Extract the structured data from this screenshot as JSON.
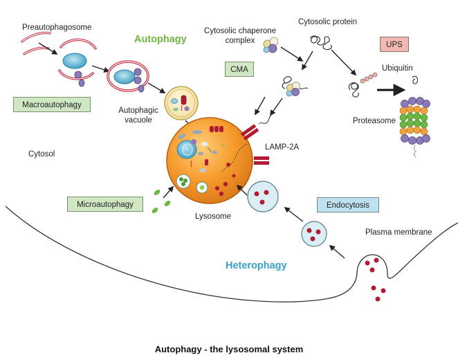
{
  "labels": {
    "preautophagosome": "Preautophagosome",
    "autophagic_vacuole_line1": "Autophagic",
    "autophagic_vacuole_line2": "vacuole",
    "cytosol": "Cytosol",
    "chaperone_line1": "Cytosolic chaperone",
    "chaperone_line2": "complex",
    "cytosolic_protein": "Cytosolic protein",
    "ubiquitin": "Ubiquitin",
    "proteasome": "Proteasome",
    "lamp2a": "LAMP-2A",
    "lysosome": "Lysosome",
    "plasma_membrane": "Plasma membrane"
  },
  "boxes": {
    "macroautophagy": "Macroautophagy",
    "cma": "CMA",
    "ups": "UPS",
    "microautophagy": "Microautophagy",
    "endocytosis": "Endocytosis"
  },
  "headings": {
    "autophagy": "Autophagy",
    "heterophagy": "Heterophagy"
  },
  "caption": "Autophagy - the lysosomal system",
  "colors": {
    "autophagy_heading": "#6fb445",
    "heterophagy_heading": "#3aa0c8",
    "lysosome_fill": "#f39a2b",
    "membrane_red": "#c7263a",
    "cargo_red": "#c41e35",
    "green_box": "#cfe8c3",
    "pink_box": "#f2b9b3",
    "blue_box": "#bfe1ef"
  }
}
